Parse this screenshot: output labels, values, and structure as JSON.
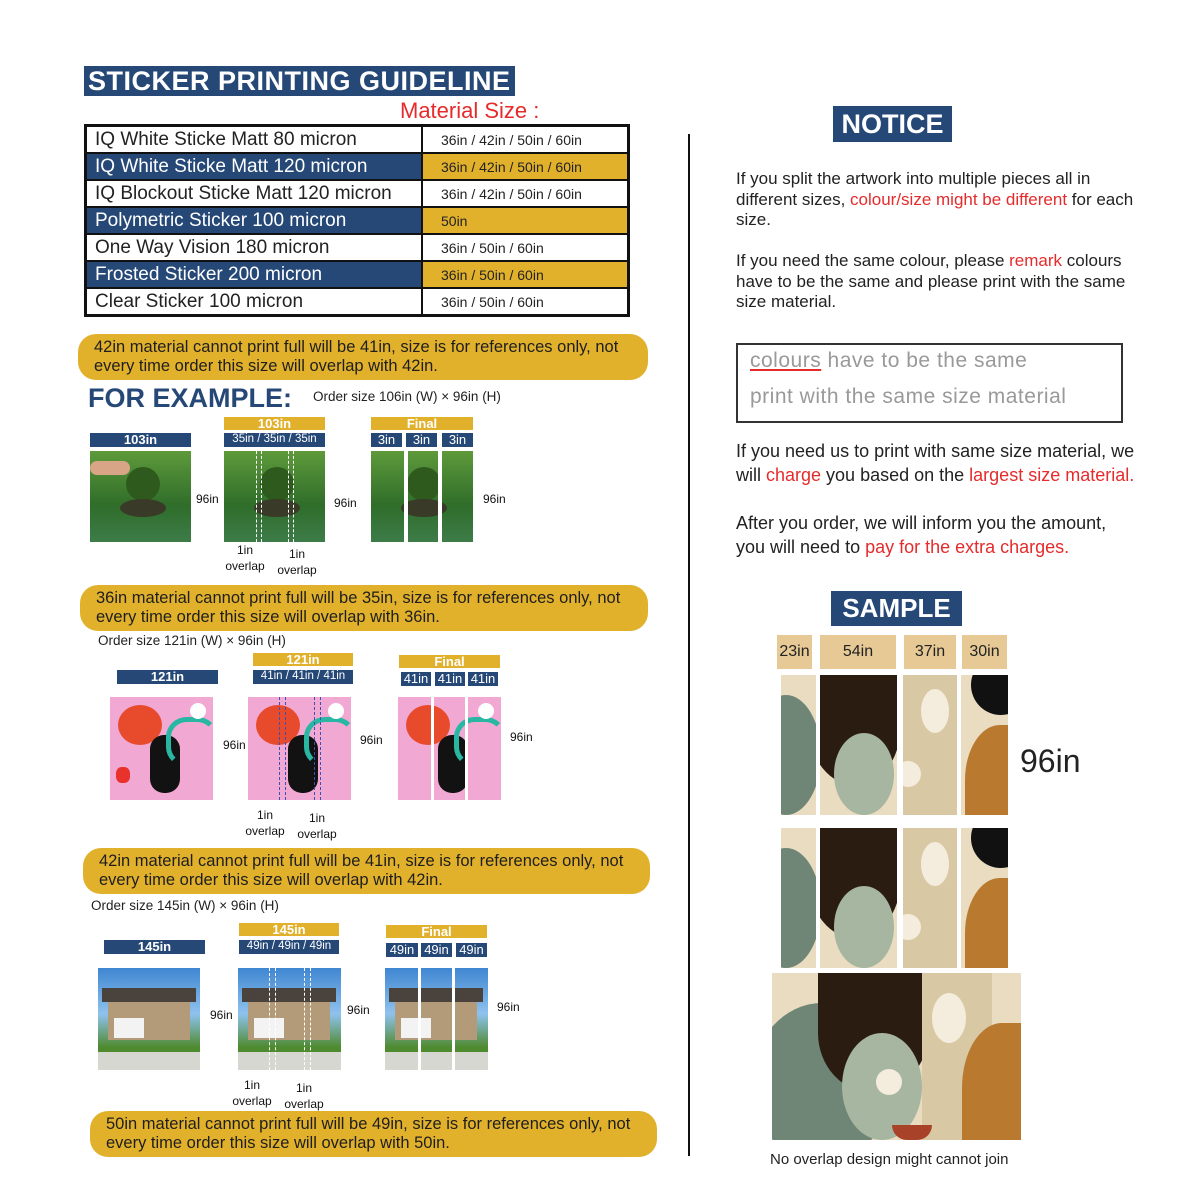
{
  "guideline": {
    "title": "STICKER PRINTING GUIDELINE",
    "material_size_label": "Material Size :",
    "materials": [
      {
        "name": "IQ White Sticke Matt 80 micron",
        "sizes": "36in / 42in / 50in / 60in"
      },
      {
        "name": "IQ White Sticke Matt 120 micron",
        "sizes": "36in / 42in / 50in / 60in"
      },
      {
        "name": "IQ Blockout Sticke Matt 120 micron",
        "sizes": "36in / 42in / 50in / 60in"
      },
      {
        "name": "Polymetric Sticker 100 micron",
        "sizes": "50in"
      },
      {
        "name": "One Way Vision 180 micron",
        "sizes": "36in / 50in / 60in"
      },
      {
        "name": "Frosted Sticker 200 micron",
        "sizes": "36in / 50in / 60in"
      },
      {
        "name": "Clear Sticker 100 micron",
        "sizes": "36in / 50in / 60in"
      }
    ],
    "notes": [
      "42in material cannot print full will be 41in, size is for references only, not every time order this size will overlap with 42in.",
      "36in material cannot print full will be 35in, size is for references only, not every time order this size will overlap with 36in.",
      "42in material cannot print full will be 41in, size is for references only, not every time order this size will overlap with 42in.",
      "50in material cannot print full will be 49in, size is for references only, not every time order this size will overlap with 50in."
    ],
    "for_example": "FOR EXAMPLE:",
    "examples": [
      {
        "order": "Order size 106in (W) × 96in (H)",
        "full": "103in",
        "split": "35in / 35in / 35in",
        "final": "Final",
        "pieces": [
          "3in",
          "3in",
          "3in"
        ],
        "height": "96in",
        "overlap1": [
          "1in",
          "overlap"
        ],
        "overlap2": [
          "1in",
          "overlap"
        ]
      },
      {
        "order": "Order size 121in (W) × 96in (H)",
        "full": "121in",
        "split": "41in / 41in / 41in",
        "final": "Final",
        "pieces": [
          "41in",
          "41in",
          "41in"
        ],
        "height": "96in",
        "overlap1": [
          "1in",
          "overlap"
        ],
        "overlap2": [
          "1in",
          "overlap"
        ]
      },
      {
        "order": "Order size 145in (W) × 96in (H)",
        "full": "145in",
        "split": "49in / 49in / 49in",
        "final": "Final",
        "pieces": [
          "49in",
          "49in",
          "49in"
        ],
        "height": "96in",
        "overlap1": [
          "1in",
          "overlap"
        ],
        "overlap2": [
          "1in",
          "overlap"
        ]
      }
    ]
  },
  "notice": {
    "title": "NOTICE",
    "p1_a": "If you split the artwork into multiple pieces all in different sizes, ",
    "p1_red": "colour/size might be different",
    "p1_b": " for each size.",
    "p2_a": "If you need the same colour, please ",
    "p2_red": "remark",
    "p2_b": " colours have to be the same and please print with the same size material.",
    "box_line1_underlined": "colours",
    "box_line1_rest": " have to be the same",
    "box_line2": "print with the same size material",
    "p3_a": "If you need us to print with same size material, we will ",
    "p3_red1": "charge",
    "p3_b": " you based on the ",
    "p3_red2": "largest size material.",
    "p4_a": "After you order, we will inform you the amount, you will need to ",
    "p4_red": "pay for the extra charges."
  },
  "sample": {
    "title": "SAMPLE",
    "sizes": [
      "23in",
      "54in",
      "37in",
      "30in"
    ],
    "height": "96in",
    "caption": "No overlap design might cannot join"
  },
  "colors": {
    "navy": "#254877",
    "gold": "#e2b12c",
    "red": "#e52b2b"
  }
}
